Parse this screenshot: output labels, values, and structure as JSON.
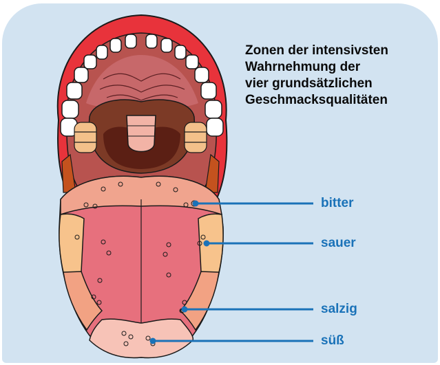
{
  "heading": {
    "line1": "Zonen der intensivsten",
    "line2": "Wahrnehmung der",
    "line3": "vier grundsätzlichen",
    "line4": "Geschmacksqualitäten"
  },
  "labels": {
    "bitter": "bitter",
    "sauer": "sauer",
    "salzig": "salzig",
    "suess": "süß"
  },
  "colors": {
    "background": "#d2e3f1",
    "lip": "#e8333b",
    "tongue": "#e7707d",
    "bitter_zone": "#f0a48e",
    "sour_zone": "#f7c38c",
    "salty_zone": "#f2a283",
    "sweet_zone": "#f7c3b7",
    "leader": "#1a72b8"
  }
}
